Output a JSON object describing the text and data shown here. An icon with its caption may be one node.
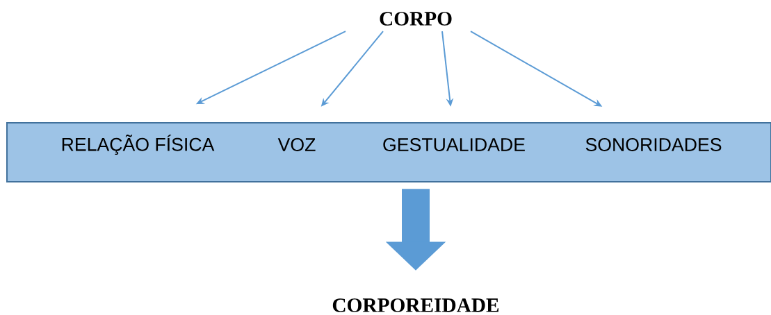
{
  "diagram": {
    "nodes": [
      {
        "text": [
          "CORPO"
        ]
      },
      {
        "text": [],
        "shape": "box"
      },
      {
        "text": [
          "RELAÇÃO FÍSICA"
        ],
        "in": 1
      },
      {
        "text": [
          "VOZ"
        ],
        "in": 1
      },
      {
        "text": [
          "GESTUALIDADE"
        ],
        "in": 1
      },
      {
        "text": [
          "SONORIDADES"
        ],
        "in": 1
      },
      {
        "text": [
          "CORPOREIDADE"
        ]
      }
    ],
    "edges": [
      {
        "from": 0,
        "to": 2,
        "arrow": "to"
      },
      {
        "from": 0,
        "to": 3,
        "arrow": "to"
      },
      {
        "from": 0,
        "to": 4,
        "arrow": "to"
      },
      {
        "from": 0,
        "to": 5,
        "arrow": "to"
      },
      {
        "from": 1,
        "to": 6,
        "arrow": "to",
        "style": "thick"
      }
    ]
  }
}
